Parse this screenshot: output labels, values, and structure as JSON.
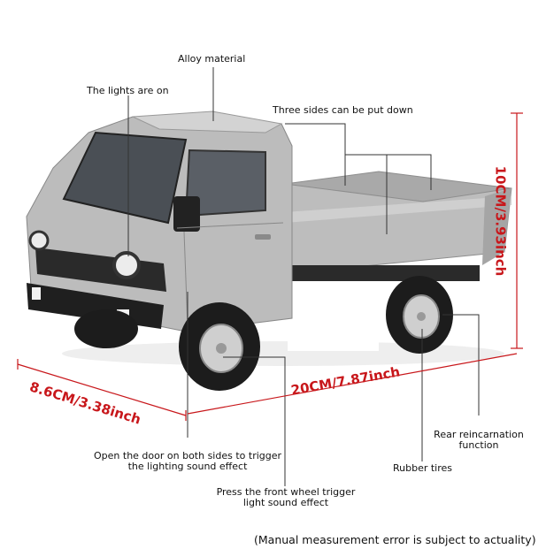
{
  "callouts": {
    "alloy": "Alloy material",
    "lights": "The lights are on",
    "sides": "Three sides can be put down",
    "door_line1": "Open the door on both sides to trigger",
    "door_line2": "the lighting sound effect",
    "rear_line1": "Rear reincarnation",
    "rear_line2": "function",
    "tires": "Rubber tires",
    "front_line1": "Press the front wheel trigger",
    "front_line2": "light sound effect"
  },
  "dimensions": {
    "height": "10CM/3.93inch",
    "length": "20CM/7.87inch",
    "width": "8.6CM/3.38inch"
  },
  "note": "(Manual measurement error is subject to actuality)",
  "colors": {
    "dimension_red": "#c8171b",
    "truck_silver": "#b9b9b9",
    "tire_black": "#1c1c1c"
  }
}
